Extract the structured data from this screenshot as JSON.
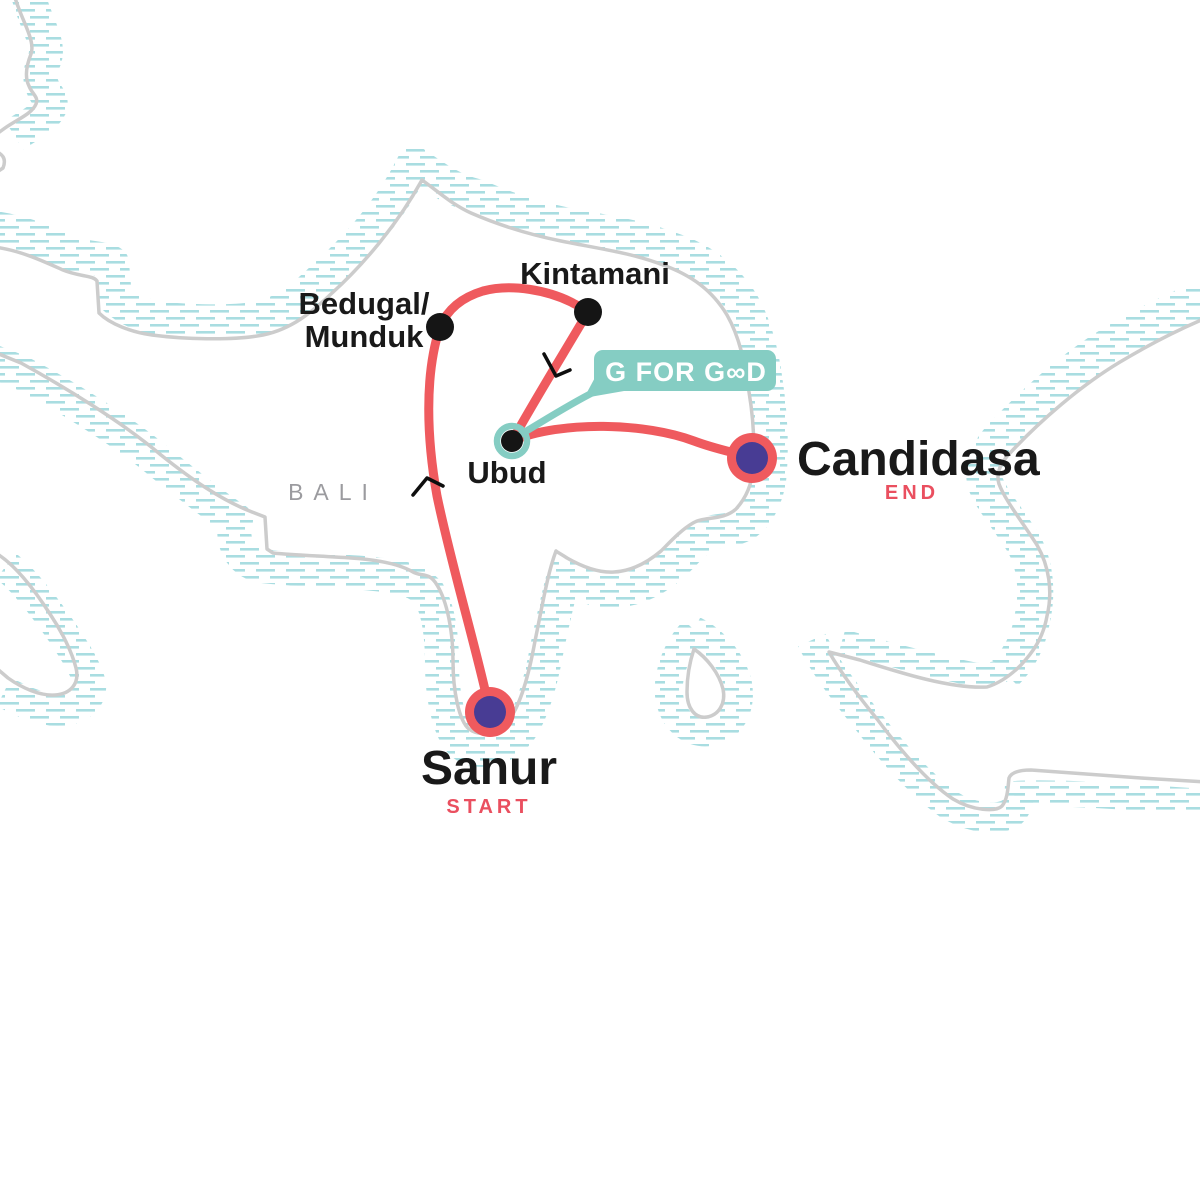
{
  "map": {
    "region_label": "BALI",
    "badge": {
      "label": "G FOR GOOD",
      "label_display": "G FOR G∞D"
    },
    "locations": [
      {
        "name": "Sanur",
        "marker_label": "START",
        "marker": "terminal"
      },
      {
        "name": "Bedugal/Munduk",
        "line1": "Bedugal/",
        "line2": "Munduk",
        "marker": "stop"
      },
      {
        "name": "Kintamani",
        "marker": "stop"
      },
      {
        "name": "Ubud",
        "marker": "stop-highlighted"
      },
      {
        "name": "Candidasa",
        "marker_label": "END",
        "marker": "terminal"
      }
    ],
    "route_order": [
      "Sanur",
      "Bedugal/Munduk",
      "Kintamani",
      "Ubud",
      "Candidasa"
    ],
    "colors": {
      "route_red": "#EF5A5E",
      "terminal_label_red": "#EA4F5F",
      "marker_purple": "#483C94",
      "badge_teal": "#85CDC3",
      "hatch_teal": "#A9DDE1",
      "coast_gray": "#CCCCCC",
      "stop_black": "#151515",
      "region_label_gray": "#9B9B9F"
    }
  }
}
